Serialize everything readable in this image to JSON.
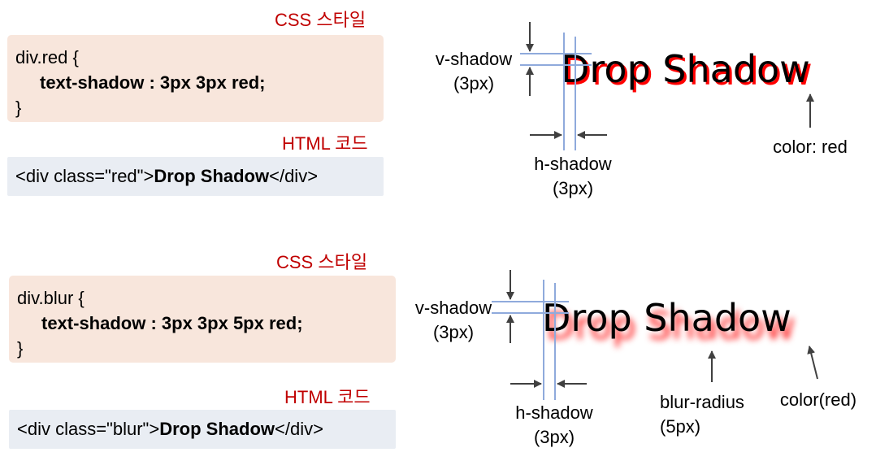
{
  "example_red": {
    "css_caption": "CSS 스타일",
    "css_selector": "div.red {",
    "css_rule": "text-shadow : 3px 3px red;",
    "css_close": "}",
    "html_caption": "HTML 코드",
    "html_open": "<div class=\"red\">",
    "html_text": "Drop Shadow",
    "html_close": "</div>",
    "demo_text": "Drop Shadow",
    "v_label": "v-shadow",
    "v_value": "(3px)",
    "h_label": "h-shadow",
    "h_value": "(3px)",
    "color_label": "color: red"
  },
  "example_blur": {
    "css_caption": "CSS 스타일",
    "css_selector": "div.blur {",
    "css_rule": "text-shadow : 3px 3px 5px red;",
    "css_close": "}",
    "html_caption": "HTML 코드",
    "html_open": "<div class=\"blur\">",
    "html_text": "Drop Shadow",
    "html_close": "</div>",
    "demo_text": "Drop Shadow",
    "v_label": "v-shadow",
    "v_value": "(3px)",
    "h_label": "h-shadow",
    "h_value": "(3px)",
    "blur_label": "blur-radius",
    "blur_value": "(5px)",
    "color_label": "color(red)"
  },
  "colors": {
    "caption": "#c00000",
    "css_box": "#f8e6dc",
    "html_box": "#e9edf3",
    "shadow": "#ff0000",
    "guide_line": "#8faadc",
    "arrow": "#404040"
  }
}
